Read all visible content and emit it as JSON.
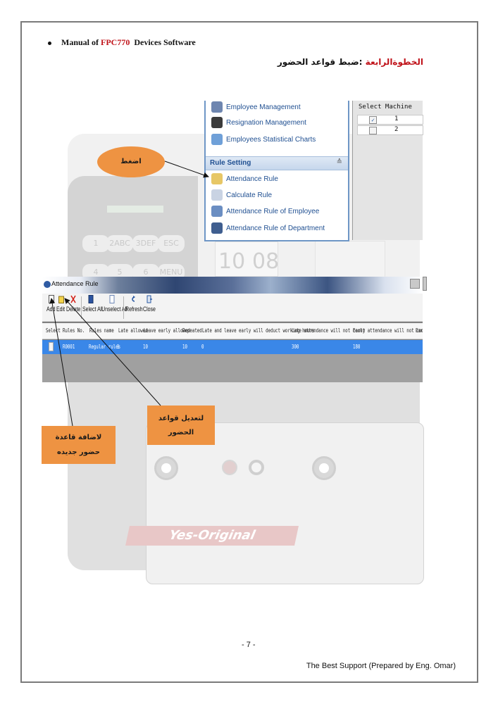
{
  "header": {
    "prefix": "Manual of ",
    "brand": "FPC770",
    "suffix": "Devices Software"
  },
  "step_title": {
    "step": "الخطوةالرابعة",
    "text": ":ضبط قواعد الحضور"
  },
  "menu_panel": {
    "items_top": [
      "Employee Management",
      "Resignation Management",
      "Employees Statistical Charts"
    ],
    "section_title": "Rule Setting",
    "items_rules": [
      "Attendance Rule",
      "Calculate Rule",
      "Attendance Rule of Employee",
      "Attendance Rule of Department"
    ]
  },
  "side_grid": {
    "header": "Select  Machine",
    "rows": [
      {
        "checked": "✓",
        "value": "1"
      },
      {
        "checked": "",
        "value": "2"
      }
    ]
  },
  "device": {
    "keys": [
      "1",
      "2ABC",
      "3DEF",
      "ESC",
      "4",
      "5",
      "6",
      "MENU"
    ],
    "clock_digits": [
      "10",
      "08"
    ],
    "brand": "Yes-Original"
  },
  "window": {
    "title": "Attendance Rule",
    "toolbar": [
      "Add",
      "Edit",
      "Delete",
      "Select All",
      "Unselect All",
      "Refresh",
      "Close"
    ],
    "columns": [
      "Select",
      "Rules No.",
      "Rules name",
      "Late allowed",
      "Leave early allowed",
      "Repeated",
      "Late and leave early will deduct working hours",
      "Late attendance will not count",
      "Early attendance will not count",
      "Ear"
    ],
    "row": [
      "R0001",
      "Regular rules",
      "1",
      "10",
      "10",
      "0",
      "300",
      "180"
    ]
  },
  "callouts": {
    "press": "اضغط",
    "edit_line1": "لتعديل قواعد",
    "edit_line2": "الحضور",
    "add_line1": "لاضافة قاعدة",
    "add_line2": "حضور جديده"
  },
  "footer": {
    "page_number": "- 7 -",
    "credit": "The Best Support (Prepared by Eng. Omar)"
  },
  "colors": {
    "brand_red": "#c0131a",
    "callout_orange": "#ee9342",
    "selected_row_blue": "#3a87e8",
    "menu_blue": "#1f4f91"
  }
}
